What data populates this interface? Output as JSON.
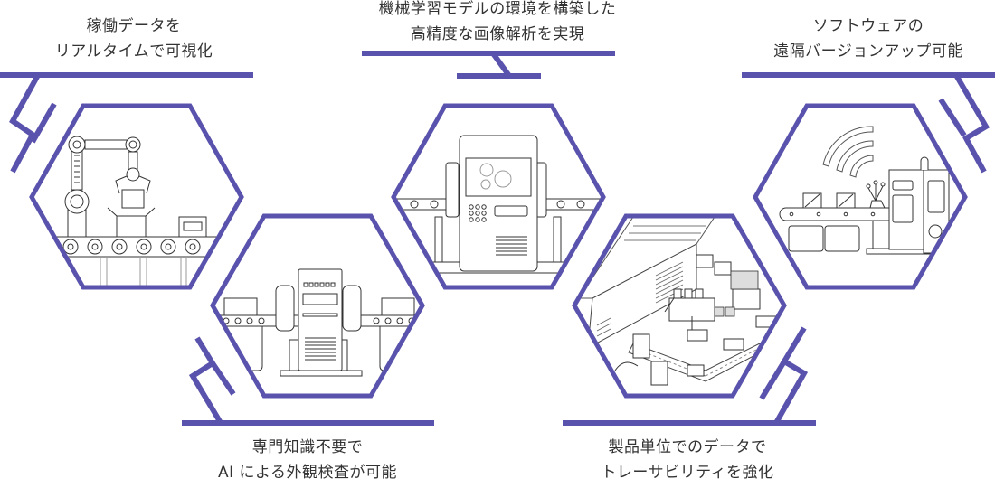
{
  "accent_color": "#5a53ad",
  "features": [
    {
      "id": "realtime-visualization",
      "caption_lines": [
        "稼働データを",
        "リアルタイムで可視化"
      ],
      "illustration": "robot-arm-conveyor-icon"
    },
    {
      "id": "ai-visual-inspection",
      "caption_lines": [
        "専門知識不要で",
        "AI による外観検査が可能"
      ],
      "illustration": "inspection-machine-conveyor-icon"
    },
    {
      "id": "ml-image-analysis",
      "caption_lines": [
        "機械学習モデルの環境を構築した",
        "高精度な画像解析を実現"
      ],
      "illustration": "gear-control-machine-icon"
    },
    {
      "id": "product-traceability",
      "caption_lines": [
        "製品単位でのデータで",
        "トレーサビリティを強化"
      ],
      "illustration": "isometric-factory-icon"
    },
    {
      "id": "remote-software-update",
      "caption_lines": [
        "ソフトウェアの",
        "遠隔バージョンアップ可能"
      ],
      "illustration": "wireless-conveyor-machine-icon"
    }
  ]
}
